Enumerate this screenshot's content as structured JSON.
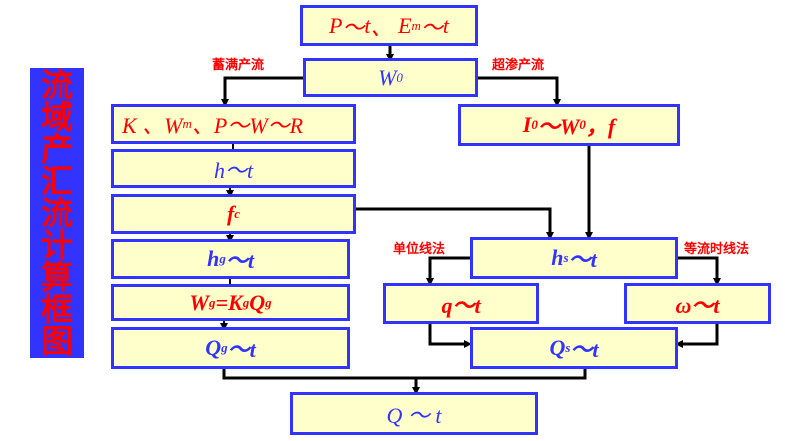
{
  "title_chars": [
    "流",
    "域",
    "产",
    "汇",
    "流",
    "计",
    "算",
    "框",
    "图"
  ],
  "labels": {
    "saturation": "蓄满产流",
    "infiltration": "超渗产流",
    "unit_hydrograph": "单位线法",
    "isochrone": "等流时线法"
  },
  "boxes": {
    "input": {
      "a": "P",
      "tilde1": "～",
      "t1": "t",
      "sep": " 、",
      "b": "E",
      "b_sub": "m",
      "tilde2": "～",
      "t2": "t"
    },
    "w0": {
      "main": "W",
      "sub": "0"
    },
    "params": {
      "text1": "K 、W",
      "sub1": "m",
      "text2": "、P～W～R"
    },
    "h_t": {
      "text": "h～t"
    },
    "fc": {
      "main": "f",
      "sub": "c"
    },
    "hg_t": {
      "main": "h",
      "sub": "g",
      "rest": "～t"
    },
    "wg": {
      "a": "W",
      "a_sub": "g",
      "eq": "=K",
      "b_sub": "g",
      "c": "Q",
      "c_sub": "g"
    },
    "qg_t": {
      "main": "Q",
      "sub": "g",
      "rest": "～t"
    },
    "i0": {
      "a": "I",
      "a_sub": "0",
      "mid": "～W",
      "b_sub": "0",
      "rest": "，f"
    },
    "hs_t": {
      "main": "h",
      "sub": "s",
      "rest": "～t"
    },
    "q_t": {
      "text": "q～t"
    },
    "omega_t": {
      "text": "ω～t"
    },
    "qs_t": {
      "main": "Q",
      "sub": "s",
      "rest": "～t"
    },
    "q_final": {
      "text": "Q ～ t"
    }
  },
  "colors": {
    "box_border": "#3333FF",
    "box_fill": "#FFFFCC",
    "red_text": "#FF0000",
    "blue_text": "#3333FF"
  }
}
